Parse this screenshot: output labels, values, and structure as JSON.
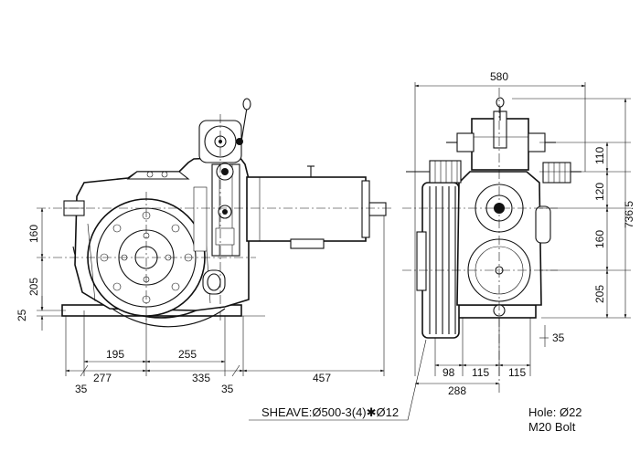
{
  "drawing": {
    "left_view": {
      "vertical_dims": [
        "160",
        "205",
        "25"
      ],
      "horizontal_dims": [
        "195",
        "255"
      ],
      "overall_dims": [
        "277",
        "335",
        "457"
      ],
      "offset_dims": [
        "35",
        "35"
      ]
    },
    "right_view": {
      "top_dim": "580",
      "vertical_dims_right": [
        "110",
        "120",
        "160",
        "205"
      ],
      "overall_height": "736.5",
      "bottom_dims": [
        "98",
        "115",
        "115"
      ],
      "overall_bottom": "288",
      "side_offset": "35"
    },
    "notes": {
      "sheave": "SHEAVE:Ø500-3(4)✱Ø12",
      "hole": "Hole: Ø22",
      "bolt": "M20 Bolt"
    }
  }
}
